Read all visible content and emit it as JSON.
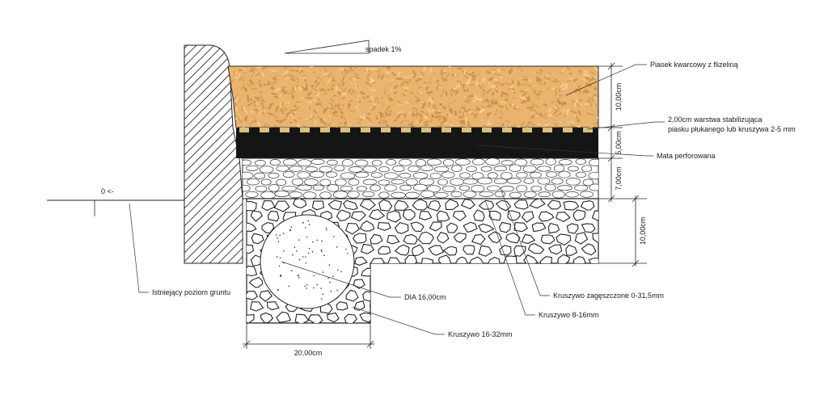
{
  "labels": {
    "slope": "spadek 1%",
    "zero": "0 <-",
    "sand": "Piasek kwarcowy z flizeliną",
    "stab_line1": "2,00cm warstwa stabilizująca",
    "stab_line2": "piasku płukanego lub kruszywa 2-5 mm",
    "mat": "Mata perforowana",
    "compacted": "Kruszywo zagęszczone 0-31,5mm",
    "agg_8_16": "Kruszywo 8-16mm",
    "agg_16_32": "Kruszywo 16-32mm",
    "pipe": "DIA 16,00cm",
    "ground": "Istniejący poziom gruntu"
  },
  "dimensions": {
    "d_sand": "10,00cm",
    "d_mat": "5,00cm",
    "d_agg": "7,00cm",
    "d_base": "10,00cm",
    "d_width": "20,00cm"
  },
  "colors": {
    "sand": "#e8b470",
    "sand_dark": "#c98a3c",
    "mat": "#151515",
    "stabil": "#d9c17a",
    "line": "#222222"
  }
}
